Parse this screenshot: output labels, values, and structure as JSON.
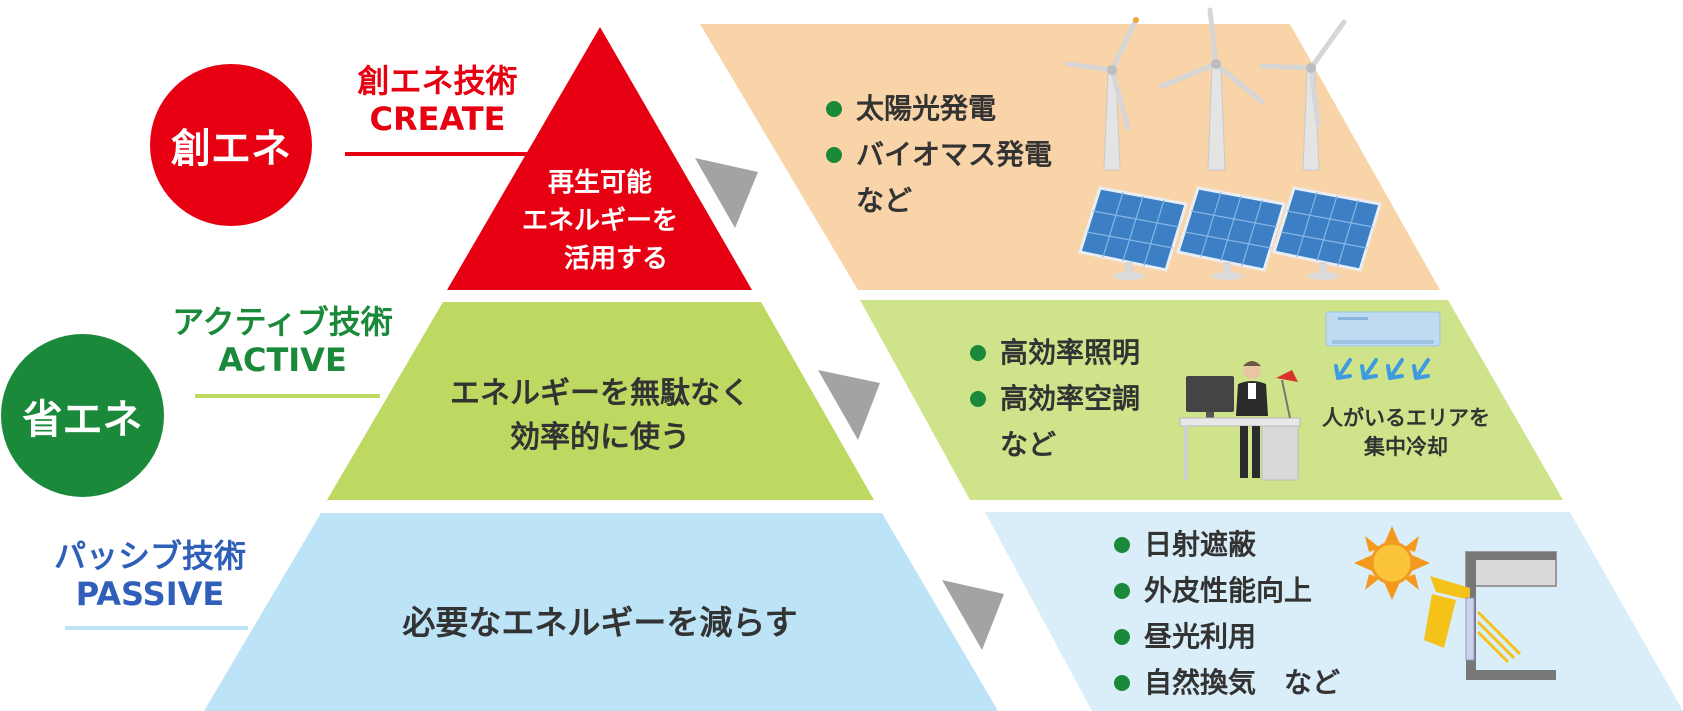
{
  "tiers": {
    "create": {
      "badge": "創エネ",
      "label_jp": "創エネ技術",
      "label_en": "CREATE",
      "pyramid_lines": [
        "再生可能",
        "エネルギーを",
        "活用する"
      ],
      "items": [
        "太陽光発電",
        "バイオマス発電"
      ],
      "etc": "など",
      "color": "#e60012",
      "panel_color": "#f8d4a8"
    },
    "active": {
      "badge": "省エネ",
      "label_jp": "アクティブ技術",
      "label_en": "ACTIVE",
      "pyramid_lines": [
        "エネルギーを無駄なく",
        "効率的に使う"
      ],
      "items": [
        "高効率照明",
        "高効率空調"
      ],
      "etc": "など",
      "caption_lines": [
        "人がいるエリアを",
        "集中冷却"
      ],
      "color": "#1a8a3a",
      "pyramid_color": "#bdd962",
      "panel_color": "#cfe48a"
    },
    "passive": {
      "label_jp": "パッシブ技術",
      "label_en": "PASSIVE",
      "pyramid_text": "必要なエネルギーを減らす",
      "items": [
        "日射遮蔽",
        "外皮性能向上",
        "昼光利用",
        "自然換気　など"
      ],
      "color": "#2f5fb8",
      "pyramid_color": "#bde3f6",
      "panel_color": "#d9eef9"
    }
  },
  "icons": [
    "wind-turbine-icon",
    "solar-panel-icon",
    "air-conditioner-icon",
    "office-worker-icon",
    "sun-icon",
    "window-shade-icon",
    "arrow-icon"
  ]
}
